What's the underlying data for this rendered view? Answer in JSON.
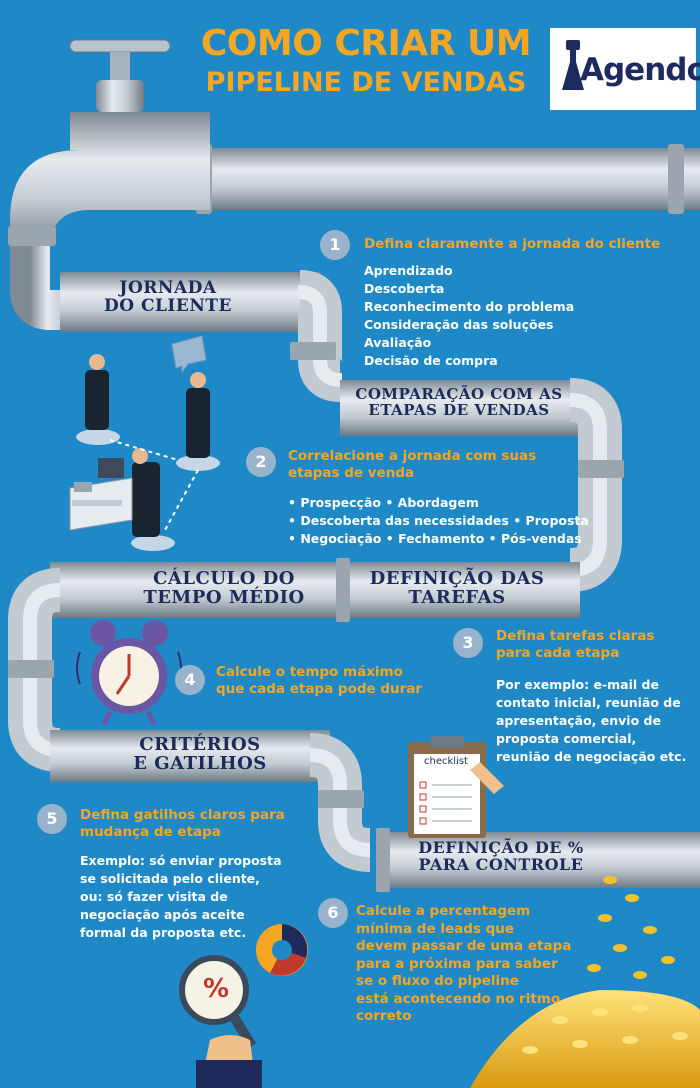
{
  "header": {
    "title_line1": "COMO CRIAR UM",
    "title_line2": "PIPELINE DE VENDAS",
    "logo_text": "Agendor"
  },
  "pipe_labels": {
    "jornada": [
      "JORNADA",
      "DO CLIENTE"
    ],
    "comparacao": [
      "COMPARAÇÃO COM AS",
      "ETAPAS DE VENDAS"
    ],
    "calculo": [
      "CÁLCULO DO",
      "TEMPO MÉDIO"
    ],
    "definicao_tarefas": [
      "DEFINIÇÃO DAS",
      "TAREFAS"
    ],
    "criterios": [
      "CRITÉRIOS",
      "E GATILHOS"
    ],
    "definicao_percent": [
      "DEFINIÇÃO DE %",
      "PARA CONTROLE"
    ]
  },
  "steps": [
    {
      "number": "1",
      "heading": [
        "Defina claramente a jornada do cliente"
      ],
      "items": [
        "Aprendizado",
        "Descoberta",
        "Reconhecimento do problema",
        "Consideração das soluções",
        "Avaliação",
        "Decisão de compra"
      ]
    },
    {
      "number": "2",
      "heading": [
        "Correlacione a jornada com suas",
        "etapas de venda"
      ],
      "items": [
        "• Prospecção • Abordagem",
        "• Descoberta das necessidades • Proposta",
        "• Negociação • Fechamento • Pós-vendas"
      ]
    },
    {
      "number": "3",
      "heading": [
        "Defina tarefas claras",
        "para cada etapa"
      ],
      "items": [
        "Por exemplo: e-mail de",
        "contato inicial, reunião de",
        "apresentação, envio de",
        "proposta comercial,",
        "reunião de negociação etc."
      ]
    },
    {
      "number": "4",
      "heading": [
        "Calcule o tempo máximo",
        "que cada etapa pode durar"
      ],
      "items": []
    },
    {
      "number": "5",
      "heading": [
        "Defina gatilhos claros para",
        "mudança de etapa"
      ],
      "items": [
        "Exemplo: só enviar proposta",
        "se solicitada pelo cliente,",
        "ou: só fazer visita de",
        "negociação após aceite",
        "formal da proposta etc."
      ]
    },
    {
      "number": "6",
      "heading": [
        "Calcule a percentagem",
        "mínima de leads que",
        "devem passar de uma etapa",
        "para a próxima para saber",
        "se o fluxo do pipeline",
        "está acontecendo no ritmo",
        "correto"
      ],
      "items": []
    }
  ],
  "illustrations": {
    "checklist_label": "checklist",
    "percent_symbol": "%",
    "icons": [
      "faucet-icon",
      "business-people-icon",
      "speech-bubble-icon",
      "computer-desk-icon",
      "alarm-clock-icon",
      "checklist-icon",
      "magnifier-percent-icon",
      "pie-chart-icon",
      "gold-coins-icon"
    ]
  },
  "colors": {
    "background": "#1f88c6",
    "title": "#f5a623",
    "pipe": "#b9c3cc",
    "label_text": "#1e2a5a",
    "step_number_bg": "#9ab3cc",
    "coin": "#f2c12e"
  }
}
